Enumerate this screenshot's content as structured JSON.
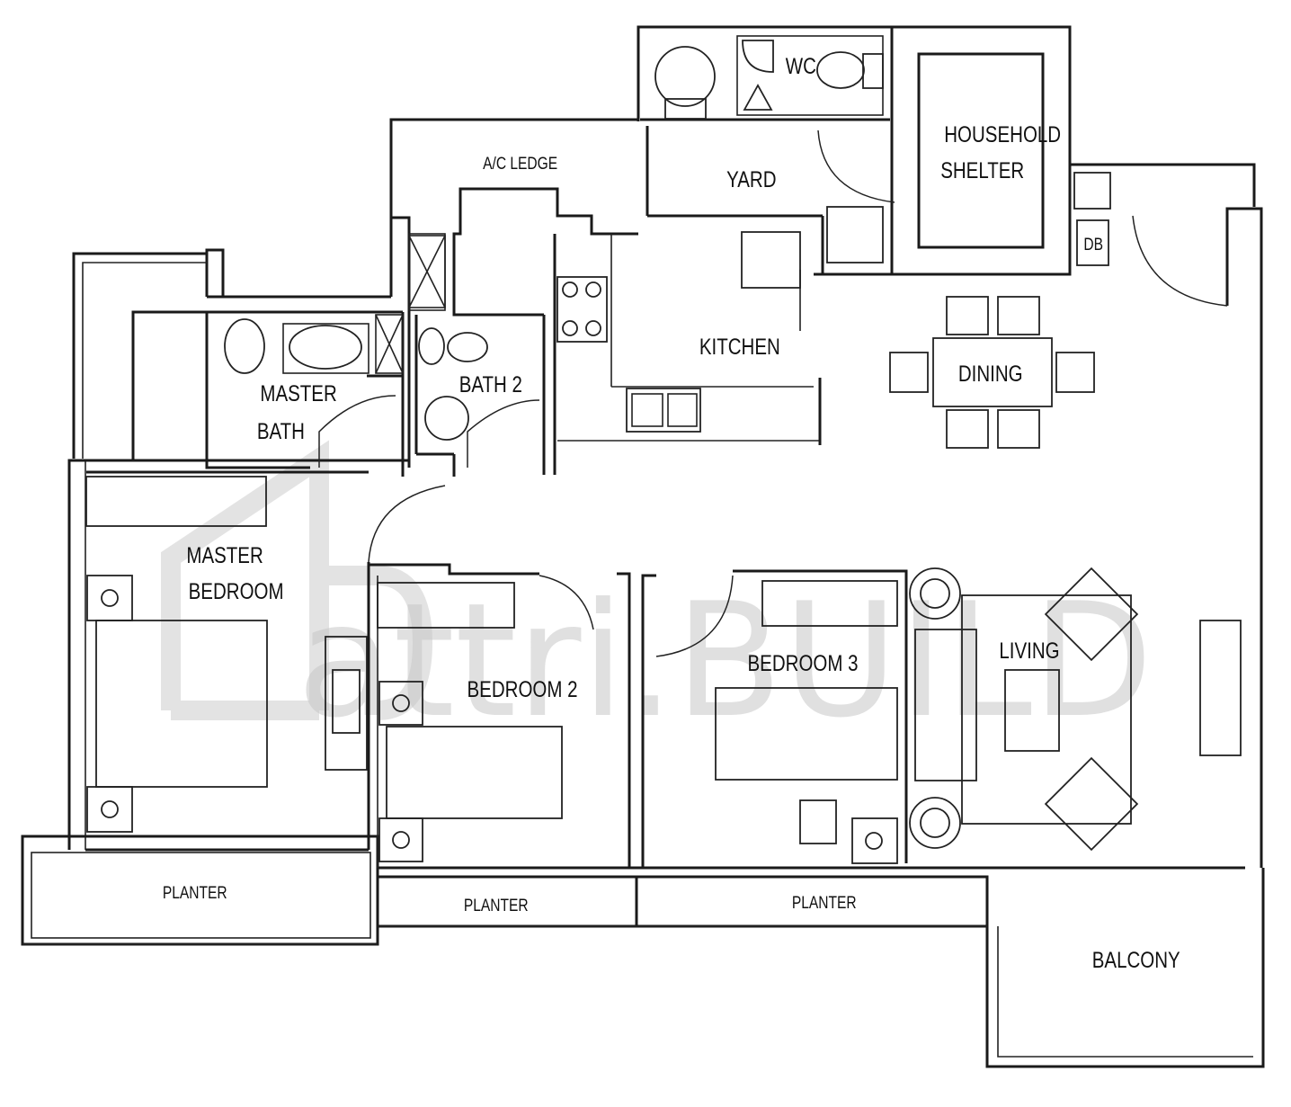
{
  "rooms": {
    "wc": "WC",
    "household_shelter_line1": "HOUSEHOLD",
    "household_shelter_line2": "SHELTER",
    "ac_ledge": "A/C LEDGE",
    "yard": "YARD",
    "db": "DB",
    "kitchen": "KITCHEN",
    "dining": "DINING",
    "master_bath_line1": "MASTER",
    "master_bath_line2": "BATH",
    "bath_2": "BATH 2",
    "master_bedroom_line1": "MASTER",
    "master_bedroom_line2": "BEDROOM",
    "bedroom_2": "BEDROOM 2",
    "bedroom_3": "BEDROOM 3",
    "living": "LIVING",
    "planter_1": "PLANTER",
    "planter_2": "PLANTER",
    "planter_3": "PLANTER",
    "balcony": "BALCONY"
  },
  "watermark": {
    "text": "attri.BUILD",
    "logo_icon": "house-outline-logo"
  }
}
